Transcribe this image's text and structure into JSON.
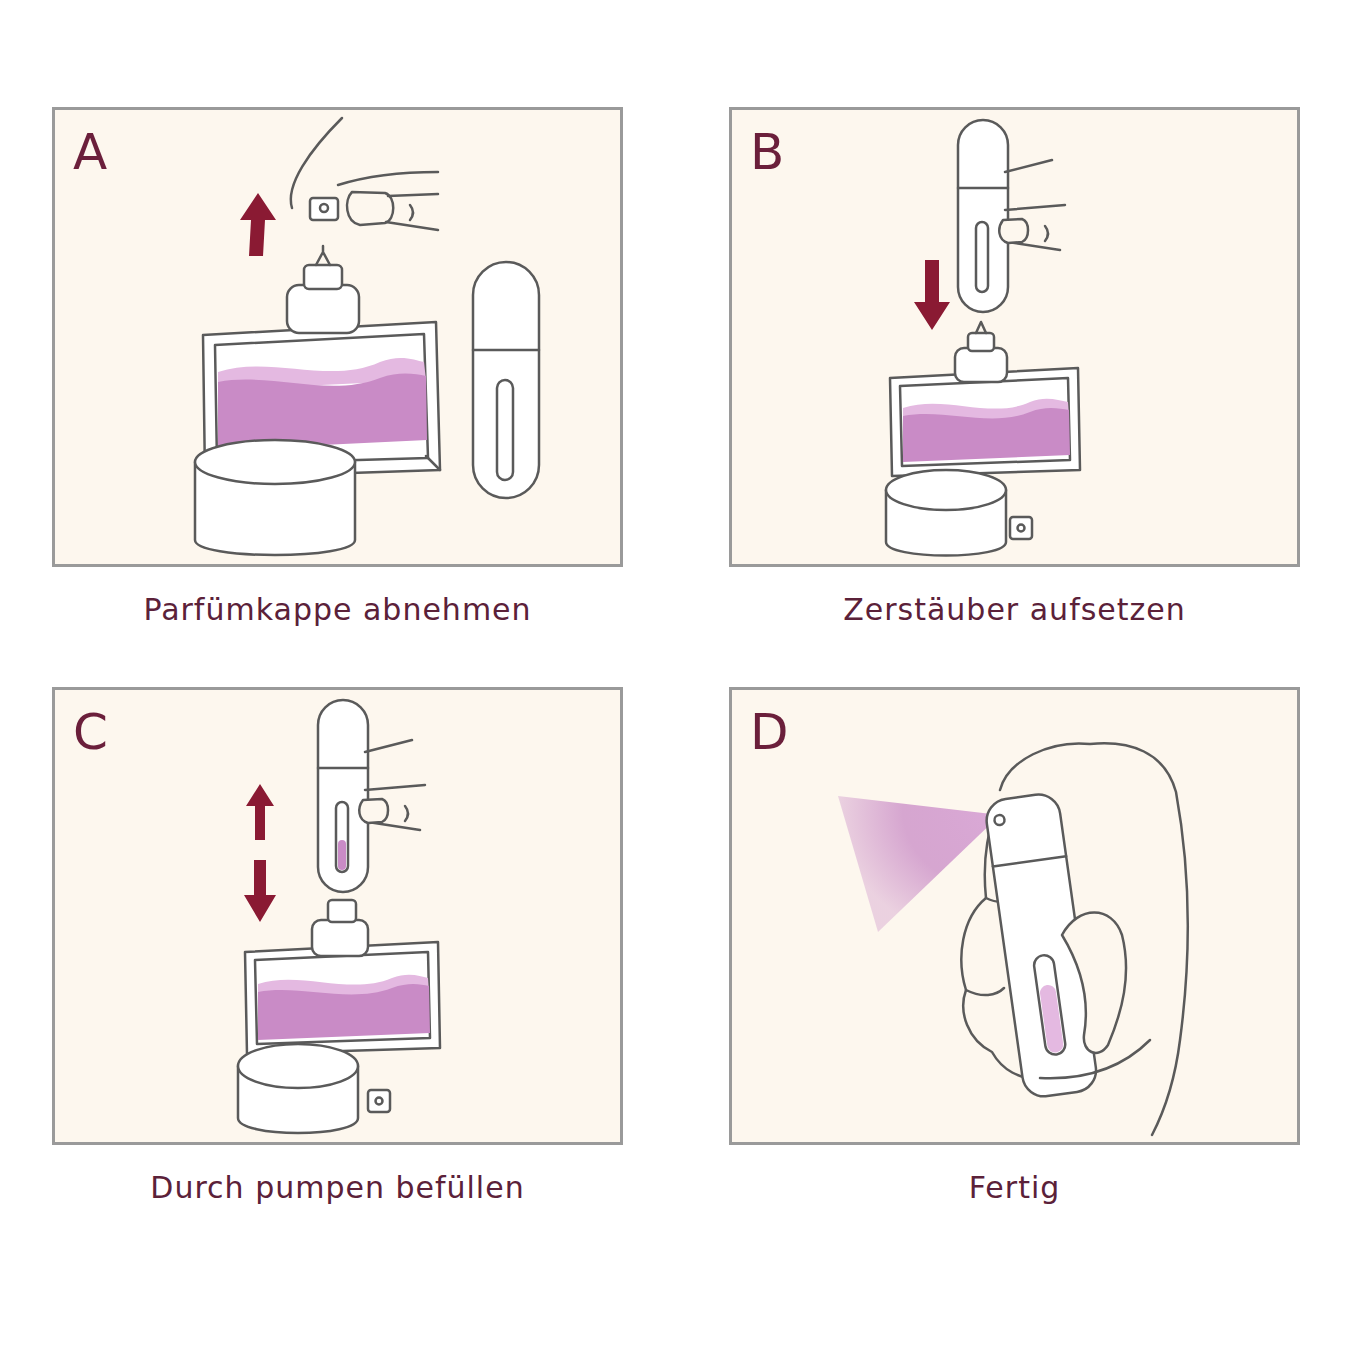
{
  "diagram": {
    "nodes": [
      {
        "text": [
          "A",
          "Parfümkappe abnehmen"
        ]
      },
      {
        "text": [
          "B",
          "Zerstäuber aufsetzen"
        ]
      },
      {
        "text": [
          "C",
          "Durch pumpen befüllen"
        ]
      },
      {
        "text": [
          "D",
          "Fertig"
        ]
      }
    ]
  }
}
